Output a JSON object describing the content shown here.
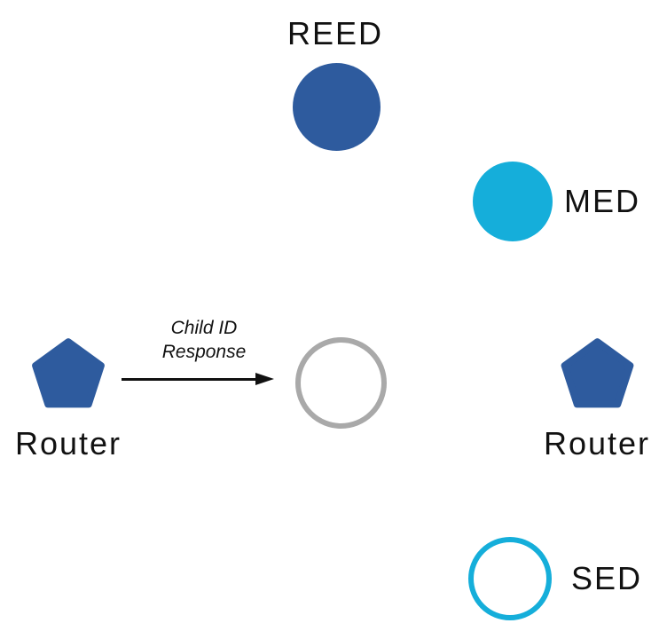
{
  "nodes": [
    {
      "id": "reed",
      "label": "REED",
      "icon": "filled-circle-icon",
      "color": "#2E5B9E",
      "label_position": "top"
    },
    {
      "id": "med",
      "label": "MED",
      "icon": "filled-circle-icon",
      "color": "#15AEDA",
      "label_position": "right"
    },
    {
      "id": "router-left",
      "label": "Router",
      "icon": "pentagon-icon",
      "color": "#2E5B9E",
      "label_position": "bottom"
    },
    {
      "id": "joining-node",
      "label": "",
      "icon": "outline-circle-icon",
      "color": "#A9A9A9",
      "label_position": "none"
    },
    {
      "id": "router-right",
      "label": "Router",
      "icon": "pentagon-icon",
      "color": "#2E5B9E",
      "label_position": "bottom"
    },
    {
      "id": "sed",
      "label": "SED",
      "icon": "outline-circle-icon",
      "color": "#15AEDA",
      "label_position": "right"
    }
  ],
  "message_arrow": {
    "from": "router-left",
    "to": "joining-node",
    "label_line1": "Child ID",
    "label_line2": "Response"
  },
  "colors": {
    "node_blue": "#2E5B9E",
    "node_cyan": "#15AEDA",
    "outline_gray": "#A9A9A9",
    "ink": "#111111",
    "background": "#FFFFFF"
  }
}
